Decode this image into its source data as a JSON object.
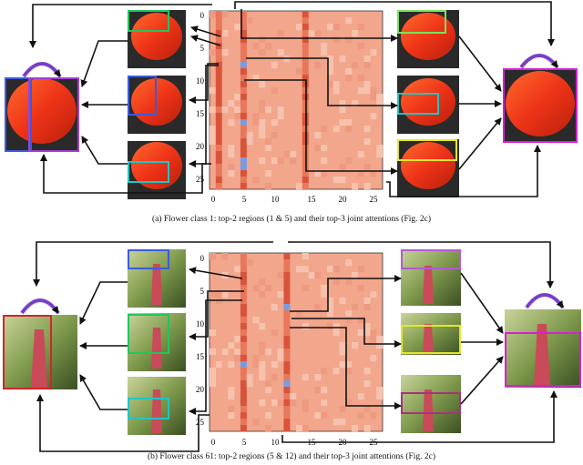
{
  "panels": [
    {
      "id": "a",
      "caption": "(a) Flower class 1: top-2 regions (1 & 5) and their top-3 joint attentions (Fig. 2c)",
      "y_ticks": [
        "0",
        "5",
        "10",
        "15",
        "20",
        "25"
      ],
      "x_ticks": [
        "0",
        "5",
        "10",
        "15",
        "20",
        "25"
      ],
      "region_colors": [
        "#22c55e",
        "#3b5bdb",
        "#22c4c4",
        "#a23fd6"
      ],
      "right_colors": [
        "#7be35a",
        "#22c4c4",
        "#e6e62b",
        "#d61fd6"
      ]
    },
    {
      "id": "b",
      "caption": "(b) Flower class 61: top-2 regions (5 & 12) and their top-3 joint attentions (Fig. 2c)",
      "y_ticks": [
        "0",
        "5",
        "10",
        "15",
        "20",
        "25"
      ],
      "x_ticks": [
        "0",
        "5",
        "10",
        "15",
        "20",
        "25"
      ],
      "region_colors": [
        "#3b5bdb",
        "#22c55e",
        "#22c4c4",
        "#d0262a"
      ],
      "right_colors": [
        "#b45ad6",
        "#7be35a",
        "#e6e62b",
        "#a8327a",
        "#d61fd6"
      ]
    }
  ]
}
